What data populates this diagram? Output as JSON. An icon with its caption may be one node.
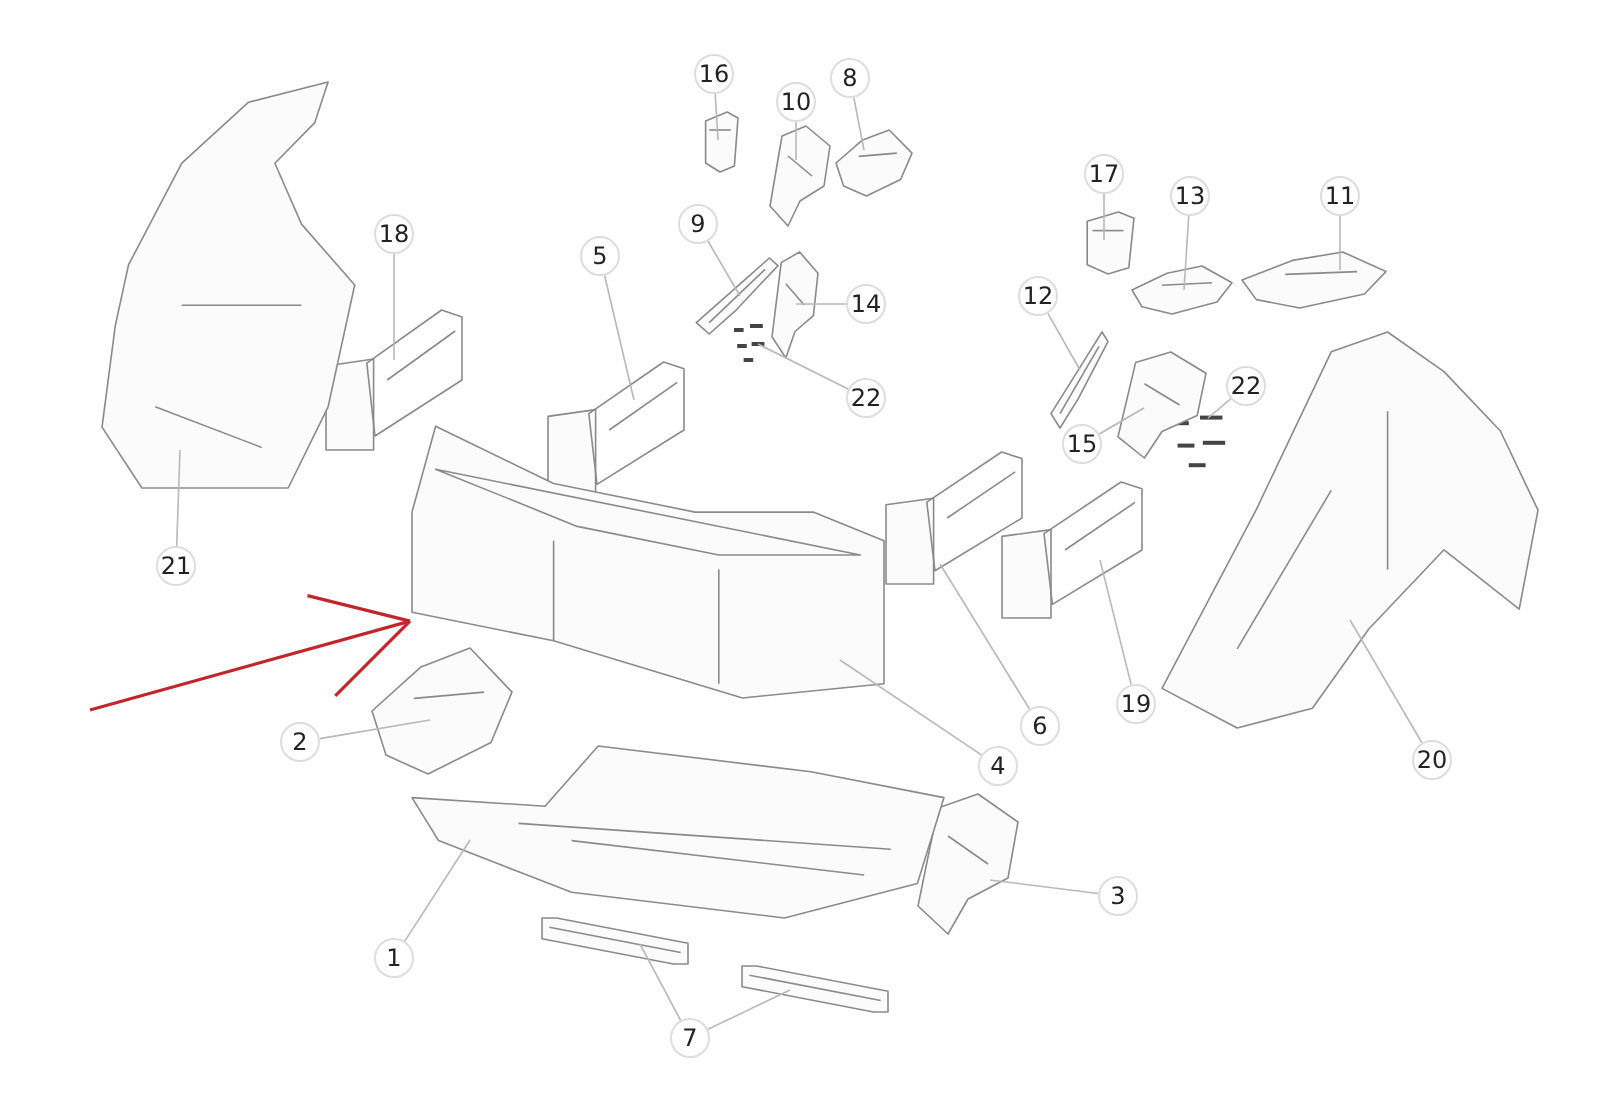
{
  "diagram": {
    "nodes": [
      {
        "text": [
          "16"
        ]
      },
      {
        "text": [
          "8"
        ]
      },
      {
        "text": [
          "10"
        ]
      },
      {
        "text": [
          "17"
        ]
      },
      {
        "text": [
          "13"
        ]
      },
      {
        "text": [
          "11"
        ]
      },
      {
        "text": [
          "9"
        ]
      },
      {
        "text": [
          "18"
        ]
      },
      {
        "text": [
          "5"
        ]
      },
      {
        "text": [
          "12"
        ]
      },
      {
        "text": [
          "14"
        ]
      },
      {
        "text": [
          "22"
        ]
      },
      {
        "text": [
          "22"
        ]
      },
      {
        "text": [
          "15"
        ]
      },
      {
        "text": [
          "21"
        ]
      },
      {
        "text": [
          "19"
        ]
      },
      {
        "text": [
          "6"
        ]
      },
      {
        "text": [
          "2"
        ]
      },
      {
        "text": [
          "20"
        ]
      },
      {
        "text": [
          "4"
        ]
      },
      {
        "text": [
          "3"
        ]
      },
      {
        "text": [
          "1"
        ]
      },
      {
        "text": [
          "7"
        ]
      },
      {
        "text": [],
        "shape": "picture"
      },
      {
        "text": [],
        "shape": "picture"
      },
      {
        "text": [],
        "shape": "picture"
      },
      {
        "text": [],
        "shape": "picture"
      },
      {
        "text": [],
        "shape": "picture"
      },
      {
        "text": [],
        "shape": "picture"
      },
      {
        "text": [],
        "shape": "picture"
      },
      {
        "text": [],
        "shape": "picture"
      },
      {
        "text": [],
        "shape": "picture"
      },
      {
        "text": [],
        "shape": "picture"
      },
      {
        "text": [],
        "shape": "picture"
      },
      {
        "text": [],
        "shape": "picture"
      },
      {
        "text": [],
        "shape": "picture"
      },
      {
        "text": [],
        "shape": "picture"
      },
      {
        "text": [],
        "shape": "picture"
      },
      {
        "text": [],
        "shape": "picture"
      },
      {
        "text": [],
        "shape": "picture"
      },
      {
        "text": [],
        "shape": "picture"
      },
      {
        "text": [],
        "shape": "picture"
      },
      {
        "text": [],
        "shape": "picture"
      },
      {
        "text": [],
        "shape": "picture"
      },
      {
        "text": [],
        "shape": "picture"
      },
      {
        "text": [],
        "shape": "picture"
      },
      {
        "text": [],
        "shape": "picture"
      }
    ],
    "edges": [
      {
        "from": 0,
        "to": 23,
        "arrow": "none"
      },
      {
        "from": 1,
        "to": 24,
        "arrow": "none"
      },
      {
        "from": 2,
        "to": 25,
        "arrow": "none"
      },
      {
        "from": 3,
        "to": 26,
        "arrow": "none"
      },
      {
        "from": 4,
        "to": 27,
        "arrow": "none"
      },
      {
        "from": 5,
        "to": 28,
        "arrow": "none"
      },
      {
        "from": 6,
        "to": 29,
        "arrow": "none"
      },
      {
        "from": 7,
        "to": 30,
        "arrow": "none"
      },
      {
        "from": 8,
        "to": 31,
        "arrow": "none"
      },
      {
        "from": 9,
        "to": 32,
        "arrow": "none"
      },
      {
        "from": 10,
        "to": 33,
        "arrow": "none"
      },
      {
        "from": 11,
        "to": 34,
        "arrow": "none"
      },
      {
        "from": 12,
        "to": 35,
        "arrow": "none"
      },
      {
        "from": 13,
        "to": 36,
        "arrow": "none"
      },
      {
        "from": 14,
        "to": 37,
        "arrow": "none"
      },
      {
        "from": 15,
        "to": 38,
        "arrow": "none"
      },
      {
        "from": 16,
        "to": 39,
        "arrow": "none"
      },
      {
        "from": 17,
        "to": 40,
        "arrow": "none"
      },
      {
        "from": 18,
        "to": 41,
        "arrow": "none"
      },
      {
        "from": 19,
        "to": 42,
        "arrow": "none"
      },
      {
        "from": 20,
        "to": 43,
        "arrow": "none"
      },
      {
        "from": 21,
        "to": 44,
        "arrow": "none"
      },
      {
        "from": 22,
        "to": 45,
        "arrow": "none"
      },
      {
        "from": 22,
        "to": 46,
        "arrow": "none"
      },
      {
        "from": null,
        "to": 42,
        "arrow": "to",
        "color": "#c0272d"
      }
    ]
  }
}
